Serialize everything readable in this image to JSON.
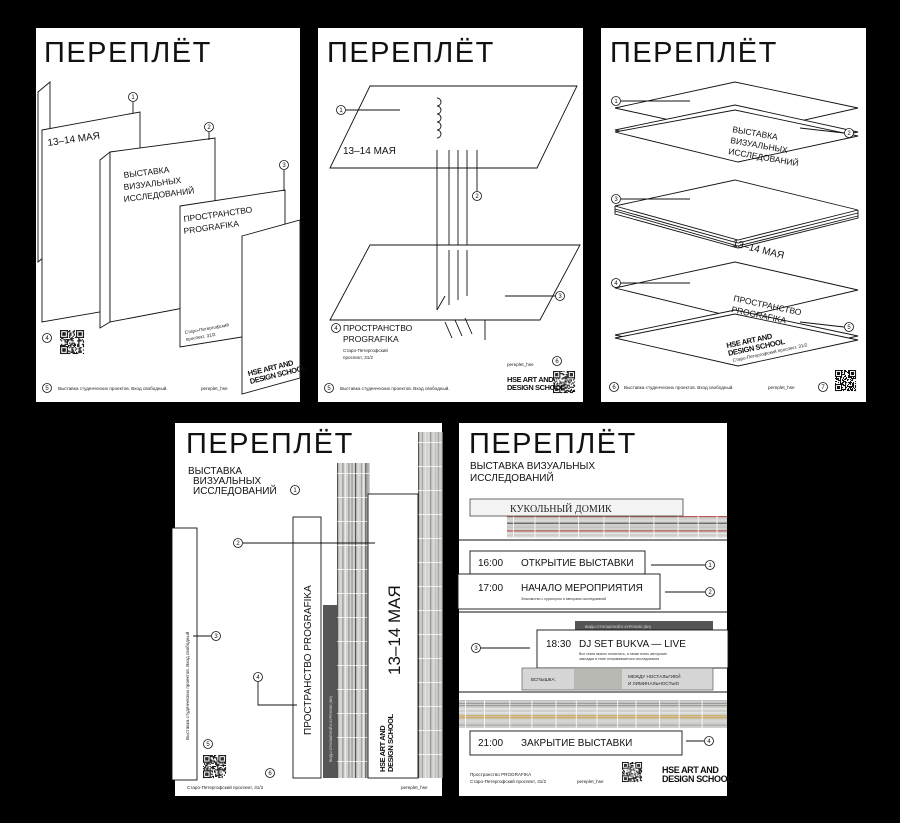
{
  "title": "ПЕРЕПЛЁТ",
  "markers": [
    "1",
    "2",
    "3",
    "4",
    "5",
    "6",
    "7"
  ],
  "dates": "13–14 МАЯ",
  "exhibition": {
    "l1": "ВЫСТАВКА",
    "l2": "ВИЗУАЛЬНЫХ",
    "l3": "ИССЛЕДОВАНИЙ",
    "l23": "ВИЗУАЛЬНЫХ ИССЛЕДОВАНИЙ",
    "l12": "ВЫСТАВКА ВИЗУАЛЬНЫХ"
  },
  "space": {
    "l1": "ПРОСТРАНСТВО",
    "l2": "PROGRAFIKA",
    "full": "ПРОСТРАНСТВО PROGRAFIKA",
    "mixed": "Пространство PROGRAFIKA"
  },
  "address": {
    "l1": "Старо-Петергофский",
    "l2": "проспект, 31/2",
    "full": "Старо-Петергофский проспект, 31/2"
  },
  "note": "Выставка студенческих проектов. Вход свободный.",
  "note_short": "Выставка студенческих проектов. Вход свободный",
  "handle": "pereplet_hse",
  "logo": {
    "l1": "HSE ART AND",
    "l2": "DESIGN SCHOOL"
  },
  "book_spine": "ВИДЫ ОТНОШЕНИЙ К КУРЕНИЮ (ВИ)",
  "schedule": {
    "banner": "КУКОЛЬНЫЙ ДОМИК",
    "items": [
      {
        "time": "16:00",
        "title": "ОТКРЫТИЕ ВЫСТАВКИ"
      },
      {
        "time": "17:00",
        "title": "НАЧАЛО МЕРОПРИЯТИЯ",
        "desc": "Знакомство с куратором и авторами исследований"
      },
      {
        "time": "18:30",
        "title": "DJ SET BUKVA — LIVE",
        "desc1": "Все книги можно полистать, а также взять авторские",
        "desc2": "закладки в теме понравившегося исследования"
      },
      {
        "time": "21:00",
        "title": "ЗАКРЫТИЕ ВЫСТАВКИ"
      }
    ],
    "flash_label": "ВСПЫШКА:",
    "flash_title1": "МЕЖДУ НОСТАЛЬГИЕЙ",
    "flash_title2": "И ЛИМИНАЛЬНОСТЬЮ"
  }
}
